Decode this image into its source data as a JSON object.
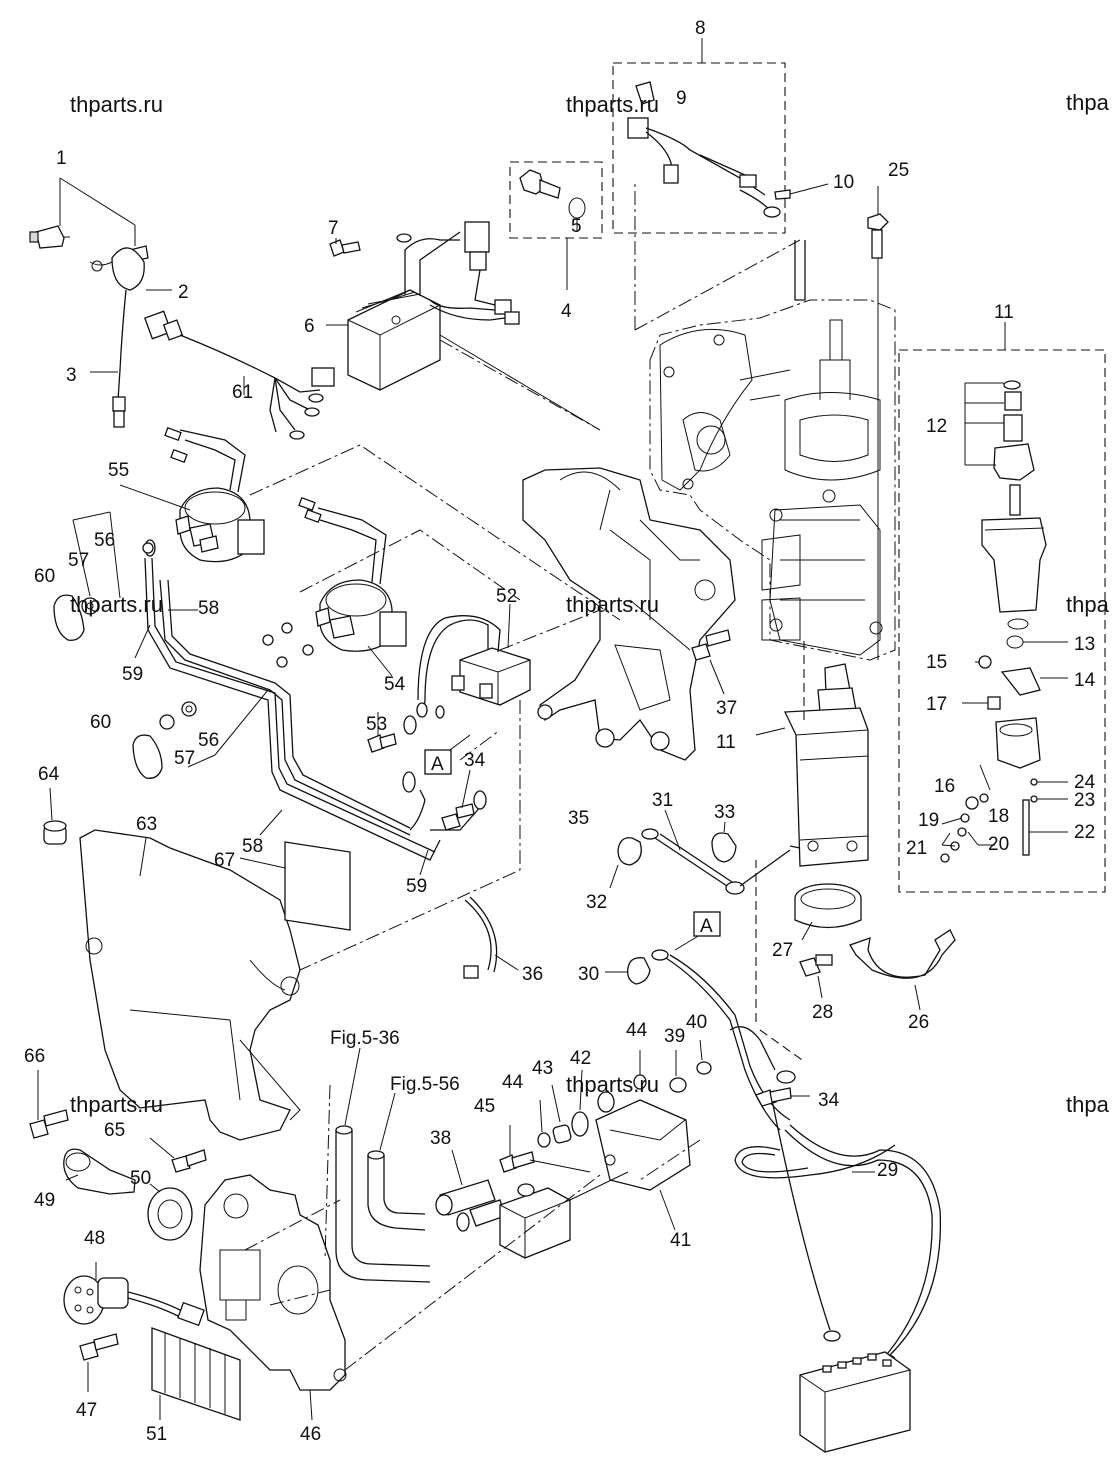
{
  "watermark": {
    "text": "thparts.ru",
    "edge_text": "thpa"
  },
  "callouts": {
    "n1": "1",
    "n2": "2",
    "n3": "3",
    "n4": "4",
    "n5": "5",
    "n6": "6",
    "n7": "7",
    "n8": "8",
    "n9": "9",
    "n10": "10",
    "n11a": "11",
    "n11b": "11",
    "n12": "12",
    "n13": "13",
    "n14": "14",
    "n15": "15",
    "n16": "16",
    "n17": "17",
    "n18": "18",
    "n19": "19",
    "n20": "20",
    "n21": "21",
    "n22": "22",
    "n23": "23",
    "n24": "24",
    "n25": "25",
    "n26": "26",
    "n27": "27",
    "n28": "28",
    "n29": "29",
    "n30": "30",
    "n31": "31",
    "n32": "32",
    "n33": "33",
    "n34a": "34",
    "n34b": "34",
    "n35": "35",
    "n36": "36",
    "n37": "37",
    "n38": "38",
    "n39": "39",
    "n40": "40",
    "n41": "41",
    "n42": "42",
    "n43": "43",
    "n44a": "44",
    "n44b": "44",
    "n45": "45",
    "n46": "46",
    "n47": "47",
    "n48": "48",
    "n49": "49",
    "n50": "50",
    "n51": "51",
    "n52": "52",
    "n53": "53",
    "n54": "54",
    "n55": "55",
    "n56a": "56",
    "n56b": "56",
    "n57a": "57",
    "n57b": "57",
    "n58a": "58",
    "n58b": "58",
    "n59a": "59",
    "n59b": "59",
    "n60a": "60",
    "n60b": "60",
    "n61": "61",
    "n63": "63",
    "n64": "64",
    "n65": "65",
    "n66": "66",
    "n67": "67"
  },
  "refs": {
    "fig536": "Fig.5-36",
    "fig556": "Fig.5-56",
    "markerA1": "A",
    "markerA2": "A"
  }
}
